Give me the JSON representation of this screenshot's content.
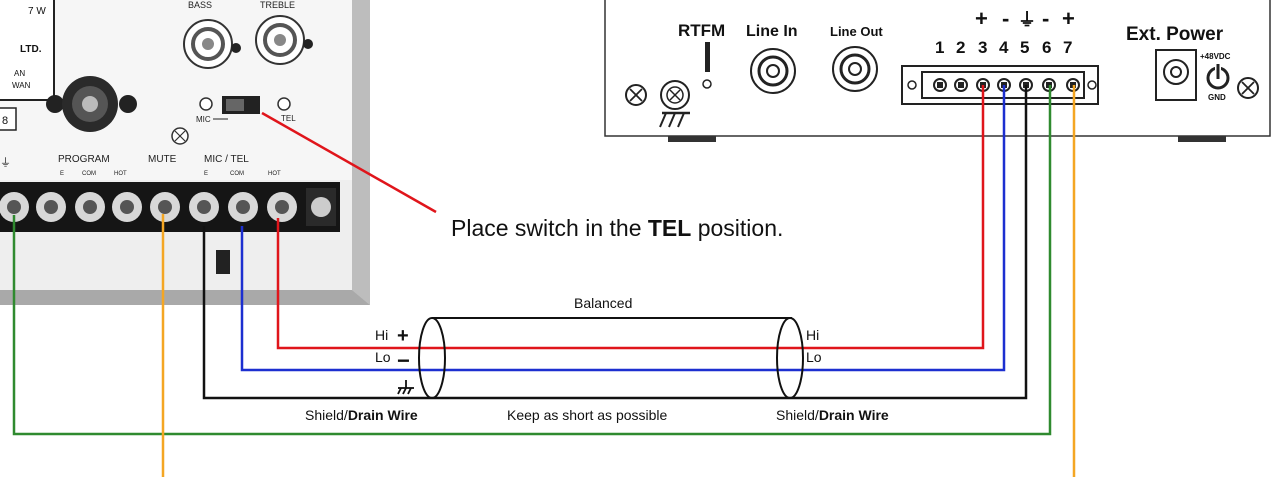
{
  "amplifier": {
    "spec_line1": "7 W",
    "spec_line2": "LTD.",
    "spec_line3": "AN",
    "spec_line4": "WAN",
    "tone_bass": "BASS",
    "tone_treble": "TREBLE",
    "switch_mic": "MIC",
    "switch_tel": "TEL",
    "program_label": "PROGRAM",
    "mute_label": "MUTE",
    "mictel_label": "MIC / TEL",
    "term_e": "E",
    "term_com": "COM",
    "term_hot": "HOT",
    "side_label": "8"
  },
  "rtfm": {
    "rtfm_label": "RTFM",
    "line_in_label": "Line In",
    "line_out_label": "Line Out",
    "polarity_marks": [
      "+",
      "-",
      "⏚",
      "-",
      "+"
    ],
    "terminal_numbers": [
      "1",
      "2",
      "3",
      "4",
      "5",
      "6",
      "7"
    ],
    "ext_power_label": "Ext. Power",
    "voltage_label": "+48VDC",
    "gnd_label": "GND"
  },
  "callout": {
    "prefix": "Place switch in the ",
    "bold": "TEL",
    "suffix": " position."
  },
  "cable": {
    "balanced_label": "Balanced",
    "hi_left": "Hi",
    "lo_left": "Lo",
    "plus_mark": "+",
    "minus_mark": "−",
    "hi_right": "Hi",
    "lo_right": "Lo",
    "shield_left_prefix": "Shield/",
    "shield_left_bold": "Drain Wire",
    "shield_right_prefix": "Shield/",
    "shield_right_bold": "Drain Wire",
    "keep_short": "Keep as short as possible"
  },
  "colors": {
    "hi_wire": "#e0151b",
    "lo_wire": "#1c2fd0",
    "shield_wire": "#111111",
    "ground_wire": "#2f8a2f",
    "orange_wire": "#f4a623"
  }
}
